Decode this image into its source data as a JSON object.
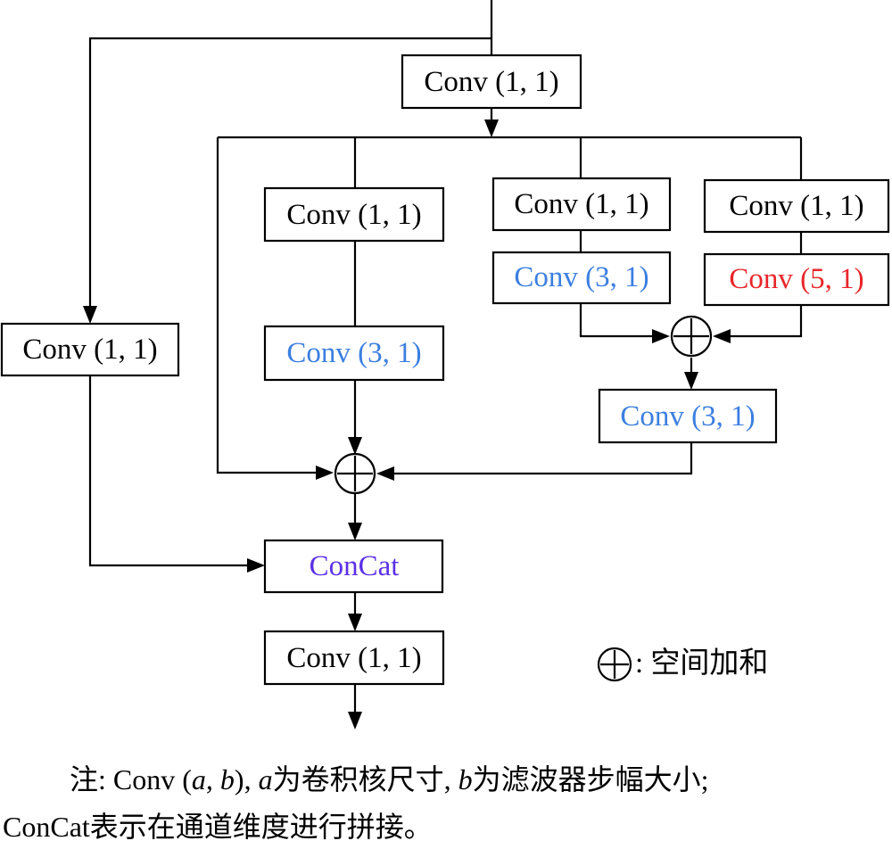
{
  "colors": {
    "default": "#000000",
    "blue": "#3b7fe0",
    "red": "#e8262b",
    "purple": "#5b30e6"
  },
  "nodes": [
    {
      "id": "conv_top",
      "label": "Conv (1, 1)",
      "color": "default"
    },
    {
      "id": "conv_left",
      "label": "Conv (1, 1)",
      "color": "default"
    },
    {
      "id": "conv_b2_1x1",
      "label": "Conv (1, 1)",
      "color": "default"
    },
    {
      "id": "conv_b2_3x1",
      "label": "Conv (3, 1)",
      "color": "blue"
    },
    {
      "id": "conv_b3_1x1",
      "label": "Conv (1, 1)",
      "color": "default"
    },
    {
      "id": "conv_b3_3x1",
      "label": "Conv (3, 1)",
      "color": "blue"
    },
    {
      "id": "conv_b4_1x1",
      "label": "Conv (1, 1)",
      "color": "default"
    },
    {
      "id": "conv_b4_5x1",
      "label": "Conv (5, 1)",
      "color": "red"
    },
    {
      "id": "conv_merge_3x1",
      "label": "Conv (3, 1)",
      "color": "blue"
    },
    {
      "id": "concat",
      "label": "ConCat",
      "color": "purple"
    },
    {
      "id": "conv_out",
      "label": "Conv (1, 1)",
      "color": "default"
    }
  ],
  "legend": {
    "symbol": "circle-plus-icon",
    "text": ": 空间加和"
  },
  "note": {
    "prefix": "注: Conv (",
    "a": "a",
    "sep1": ", ",
    "b": "b",
    "mid1": "), ",
    "a2": "a",
    "mid2": "为卷积核尺寸, ",
    "b2": "b",
    "mid3": "为滤波器步幅大小;",
    "line2": "ConCat表示在通道维度进行拼接。"
  }
}
